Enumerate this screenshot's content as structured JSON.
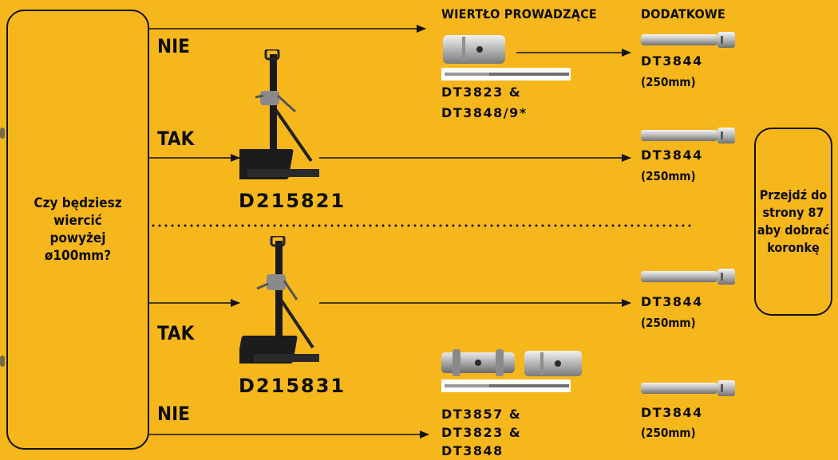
{
  "headers": {
    "guide_drill": "WIERTŁO PROWADZĄCE",
    "additional": "DODATKOWE"
  },
  "question": "Czy będziesz wiercić powyżej ø100mm?",
  "goto": "Przejdź do strony 87 aby dobrać koronkę",
  "branches": {
    "top_no": "NIE",
    "top_yes": "TAK",
    "bottom_yes": "TAK",
    "bottom_no": "NIE"
  },
  "models": {
    "top": "D215821",
    "bottom": "D215831"
  },
  "products": {
    "top_no_accessory": "DT3823 &\nDT3848/9*",
    "bottom_no_accessory": "DT3857 &\nDT3823 &\nDT3848",
    "extension_code": "DT3844",
    "extension_size": "(250mm)"
  },
  "colors": {
    "background": "#F6B71D",
    "ink": "#111111"
  }
}
